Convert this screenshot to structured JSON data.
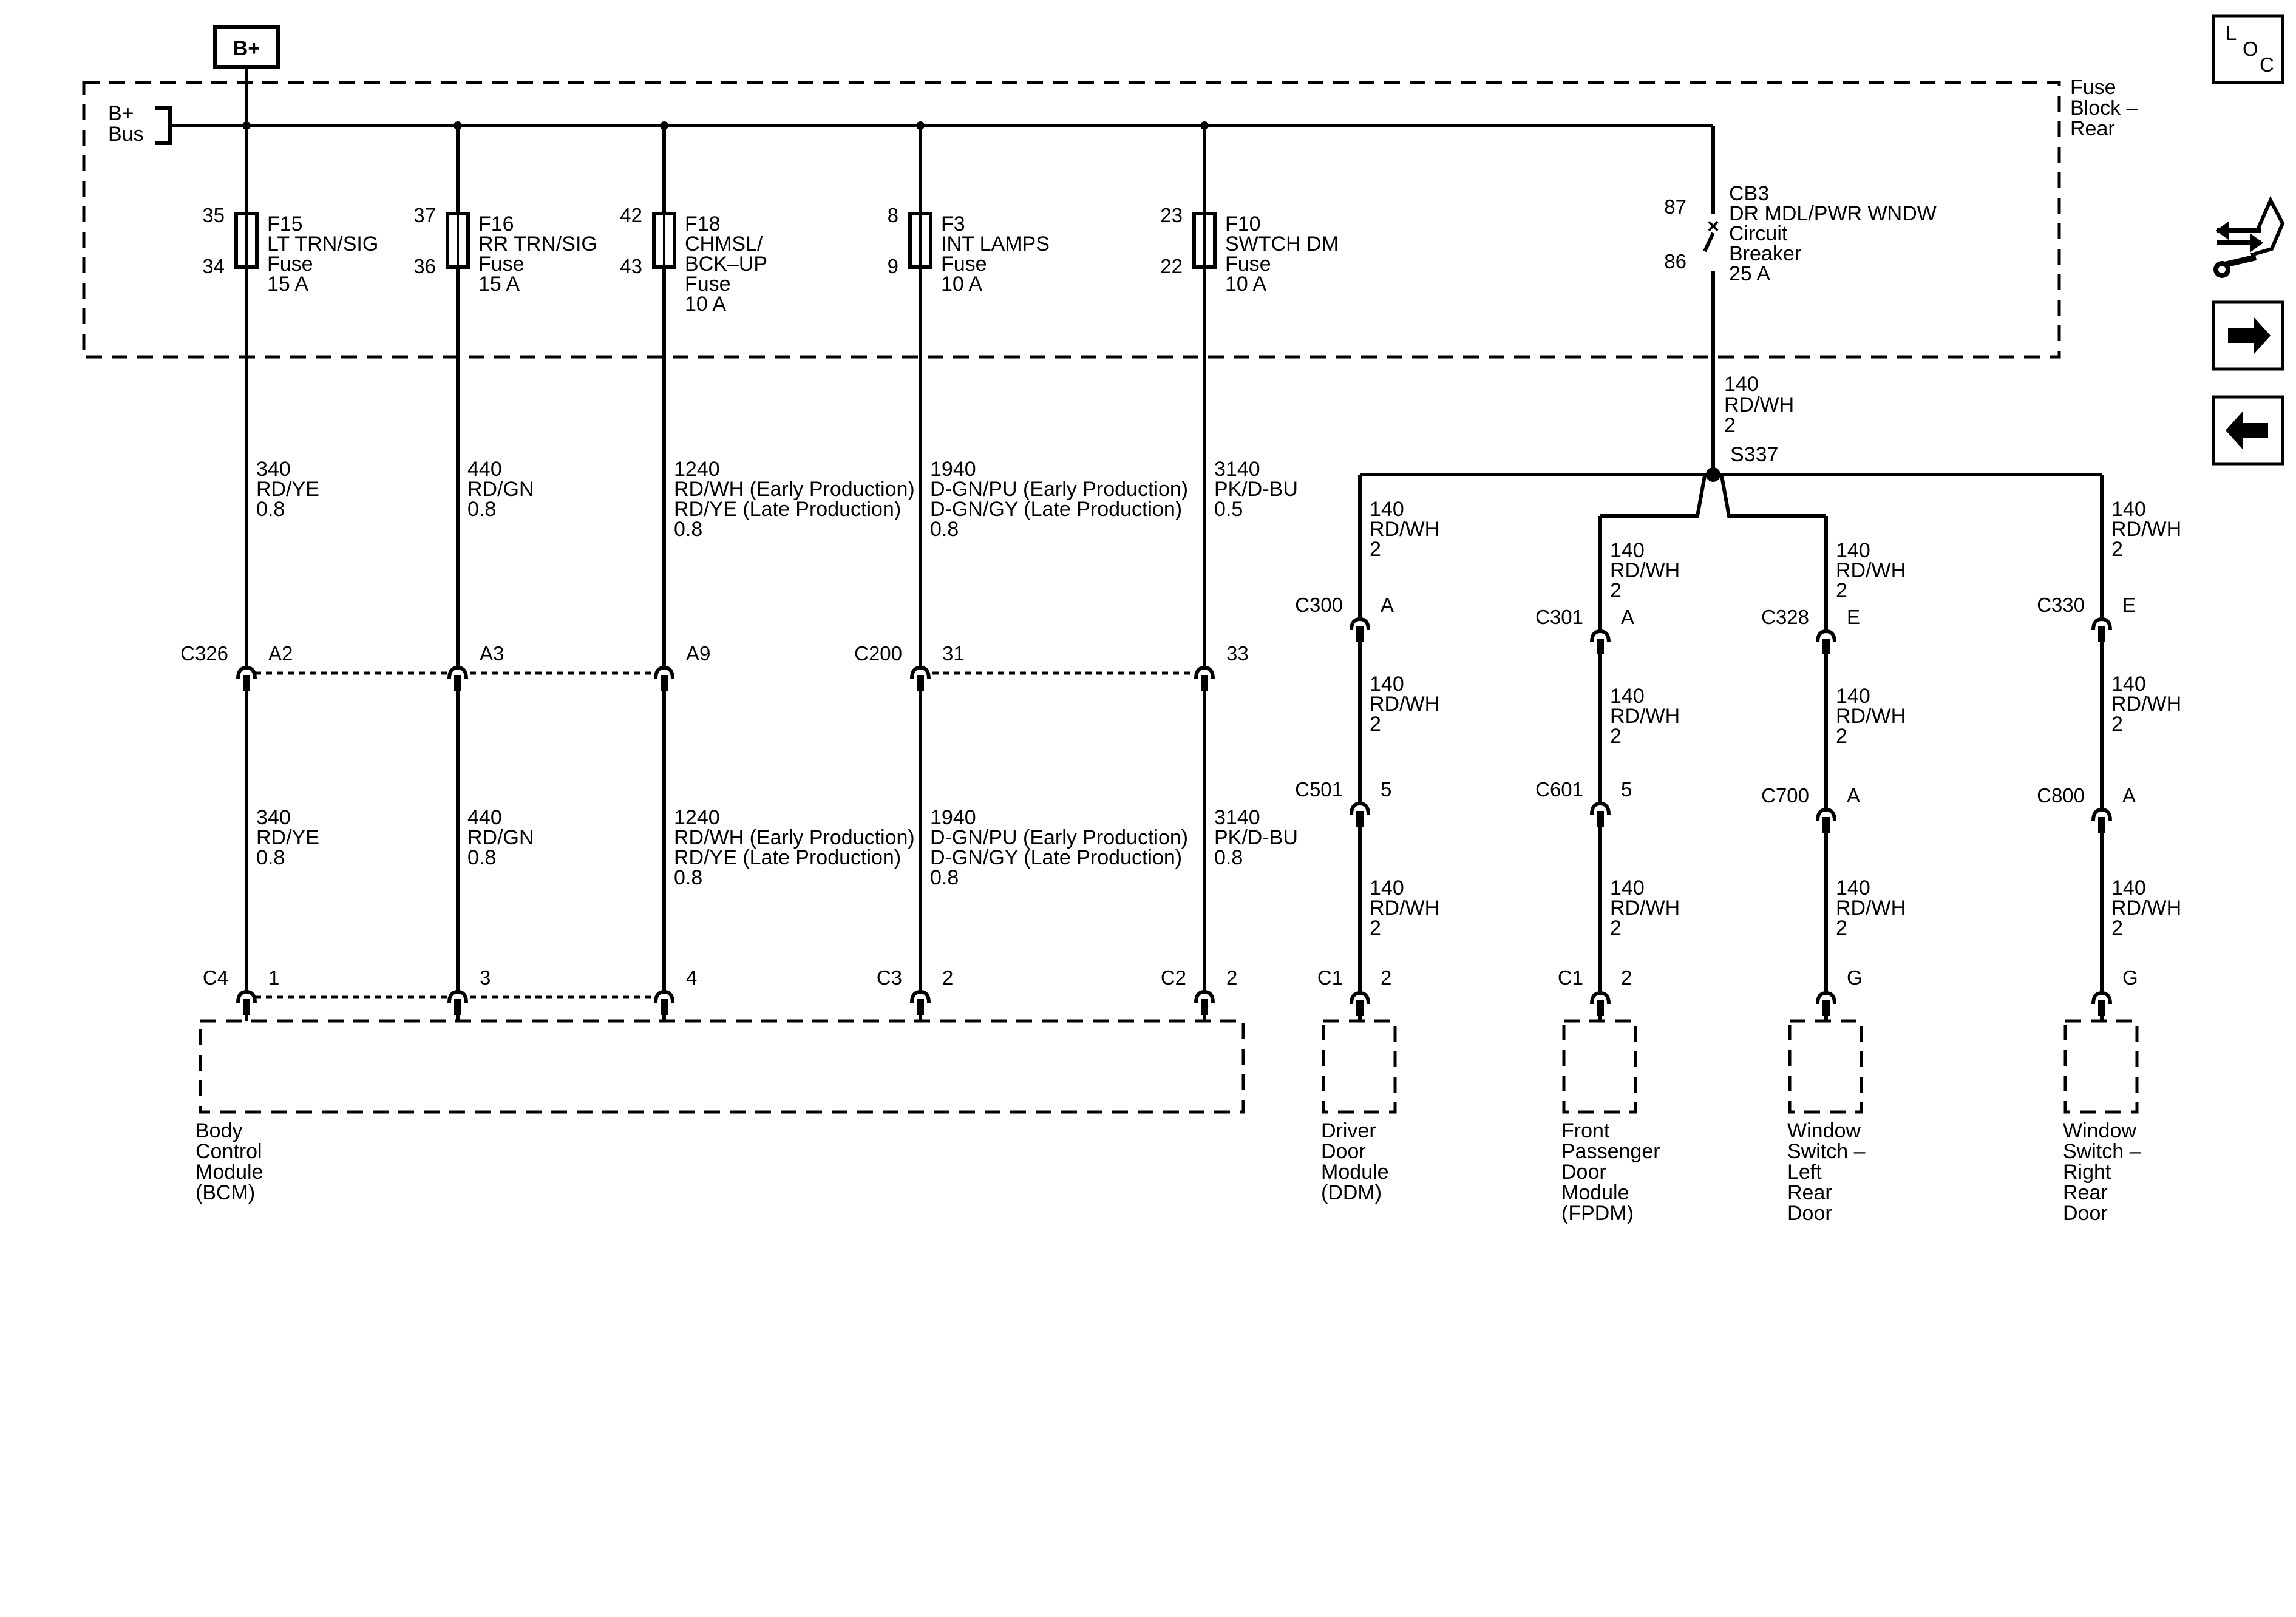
{
  "power_source": {
    "label": "B+"
  },
  "bus": {
    "label_line1": "B+",
    "label_line2": "Bus"
  },
  "fuse_block": {
    "line1": "Fuse",
    "line2": "Block –",
    "line3": "Rear"
  },
  "fuses": [
    {
      "id": "F15",
      "pin_top": "35",
      "pin_bot": "34",
      "lines": [
        "F15",
        "LT TRN/SIG",
        "Fuse",
        "15 A"
      ]
    },
    {
      "id": "F16",
      "pin_top": "37",
      "pin_bot": "36",
      "lines": [
        "F16",
        "RR TRN/SIG",
        "Fuse",
        "15 A"
      ]
    },
    {
      "id": "F18",
      "pin_top": "42",
      "pin_bot": "43",
      "lines": [
        "F18",
        "CHMSL/",
        "BCK–UP",
        "Fuse",
        "10 A"
      ]
    },
    {
      "id": "F3",
      "pin_top": "8",
      "pin_bot": "9",
      "lines": [
        "F3",
        "INT LAMPS",
        "Fuse",
        "10 A"
      ]
    },
    {
      "id": "F10",
      "pin_top": "23",
      "pin_bot": "22",
      "lines": [
        "F10",
        "SWTCH DM",
        "Fuse",
        "10 A"
      ]
    }
  ],
  "breaker": {
    "pin_top": "87",
    "pin_bot": "86",
    "lines": [
      "CB3",
      "DR MDL/PWR WNDW",
      "Circuit",
      "Breaker",
      "25 A"
    ]
  },
  "bcm_wires_upper": [
    [
      "340",
      "RD/YE",
      "0.8"
    ],
    [
      "440",
      "RD/GN",
      "0.8"
    ],
    [
      "1240",
      "RD/WH (Early Production)",
      "RD/YE (Late Production)",
      "0.8"
    ],
    [
      "1940",
      "D-GN/PU (Early Production)",
      "D-GN/GY (Late Production)",
      "0.8"
    ],
    [
      "3140",
      "PK/D-BU",
      "0.5"
    ]
  ],
  "bcm_wires_lower": [
    [
      "340",
      "RD/YE",
      "0.8"
    ],
    [
      "440",
      "RD/GN",
      "0.8"
    ],
    [
      "1240",
      "RD/WH (Early Production)",
      "RD/YE (Late Production)",
      "0.8"
    ],
    [
      "1940",
      "D-GN/PU (Early Production)",
      "D-GN/GY (Late Production)",
      "0.8"
    ],
    [
      "3140",
      "PK/D-BU",
      "0.8"
    ]
  ],
  "mid_connectors": [
    {
      "name": "C326",
      "pin": "A2"
    },
    {
      "name": "",
      "pin": "A3"
    },
    {
      "name": "",
      "pin": "A9"
    },
    {
      "name": "C200",
      "pin": "31"
    },
    {
      "name": "",
      "pin": "33"
    }
  ],
  "bcm_connectors": [
    {
      "name": "C4",
      "pin": "1"
    },
    {
      "name": "",
      "pin": "3"
    },
    {
      "name": "",
      "pin": "4"
    },
    {
      "name": "C3",
      "pin": "2"
    },
    {
      "name": "C2",
      "pin": "2"
    }
  ],
  "bcm_label": [
    "Body",
    "Control",
    "Module",
    "(BCM)"
  ],
  "feed_wire": [
    "140",
    "RD/WH",
    "2"
  ],
  "splice": {
    "label": "S337"
  },
  "branch_wire": [
    "140",
    "RD/WH",
    "2"
  ],
  "branches": [
    {
      "conn1": {
        "name": "C300",
        "pin": "A"
      },
      "conn2": {
        "name": "C501",
        "pin": "5"
      },
      "conn3": {
        "name": "C1",
        "pin": "2"
      },
      "module": [
        "Driver",
        "Door",
        "Module",
        "(DDM)"
      ]
    },
    {
      "conn1": {
        "name": "C301",
        "pin": "A"
      },
      "conn2": {
        "name": "C601",
        "pin": "5"
      },
      "conn3": {
        "name": "C1",
        "pin": "2"
      },
      "module": [
        "Front",
        "Passenger",
        "Door",
        "Module",
        "(FPDM)"
      ]
    },
    {
      "conn1": {
        "name": "C328",
        "pin": "E"
      },
      "conn2": {
        "name": "C700",
        "pin": "A"
      },
      "conn3": {
        "name": "",
        "pin": "G"
      },
      "module": [
        "Window",
        "Switch –",
        "Left",
        "Rear",
        "Door"
      ]
    },
    {
      "conn1": {
        "name": "C330",
        "pin": "E"
      },
      "conn2": {
        "name": "C800",
        "pin": "A"
      },
      "conn3": {
        "name": "",
        "pin": "G"
      },
      "module": [
        "Window",
        "Switch –",
        "Right",
        "Rear",
        "Door"
      ]
    }
  ],
  "loc_button": {
    "l1": "L",
    "l2": "O",
    "l3": "C"
  },
  "icons": {
    "service": "service-info-icon",
    "next": "arrow-right-icon",
    "prev": "arrow-left-icon"
  }
}
